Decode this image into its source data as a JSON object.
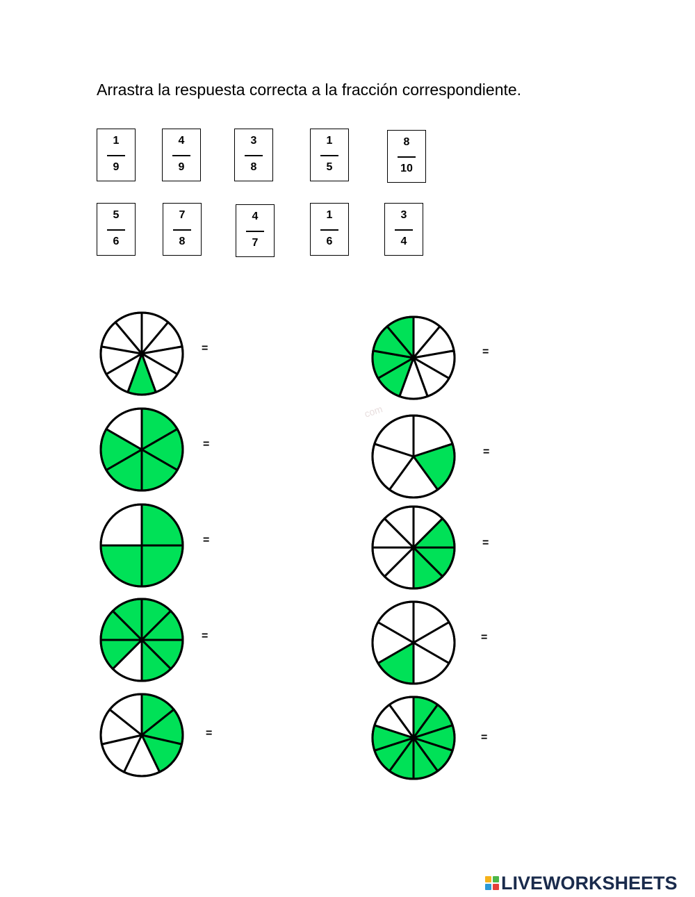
{
  "instructions": "Arrastra la respuesta correcta a la fracción correspondiente.",
  "fraction_cards": [
    {
      "num": "1",
      "den": "9"
    },
    {
      "num": "4",
      "den": "9"
    },
    {
      "num": "3",
      "den": "8"
    },
    {
      "num": "1",
      "den": "5"
    },
    {
      "num": "8",
      "den": "10"
    },
    {
      "num": "5",
      "den": "6"
    },
    {
      "num": "7",
      "den": "8"
    },
    {
      "num": "4",
      "den": "7"
    },
    {
      "num": "1",
      "den": "6"
    },
    {
      "num": "3",
      "den": "4"
    }
  ],
  "pies": [
    {
      "slices": 9,
      "shaded": [
        4
      ]
    },
    {
      "slices": 9,
      "shaded": [
        5,
        6,
        7,
        8
      ]
    },
    {
      "slices": 6,
      "shaded": [
        0,
        1,
        2,
        3,
        4
      ]
    },
    {
      "slices": 5,
      "shaded": [
        1
      ]
    },
    {
      "slices": 4,
      "shaded": [
        0,
        1,
        2
      ]
    },
    {
      "slices": 8,
      "shaded": [
        1,
        2,
        3
      ]
    },
    {
      "slices": 8,
      "shaded": [
        0,
        1,
        2,
        5,
        6,
        7,
        3
      ]
    },
    {
      "slices": 6,
      "shaded": [
        3
      ]
    },
    {
      "slices": 7,
      "shaded": [
        0,
        1,
        2
      ]
    },
    {
      "slices": 10,
      "shaded": [
        0,
        1,
        2,
        3,
        4,
        5,
        6,
        7
      ]
    }
  ],
  "equals_sign": "=",
  "colors": {
    "shade": "#00e157",
    "line": "#000000",
    "empty": "#ffffff"
  },
  "watermark": "com",
  "brand": {
    "text": "LIVEWORKSHEETS",
    "logo_colors": [
      "#f6b21a",
      "#4cb648",
      "#2d9ad6",
      "#e5403a"
    ]
  }
}
